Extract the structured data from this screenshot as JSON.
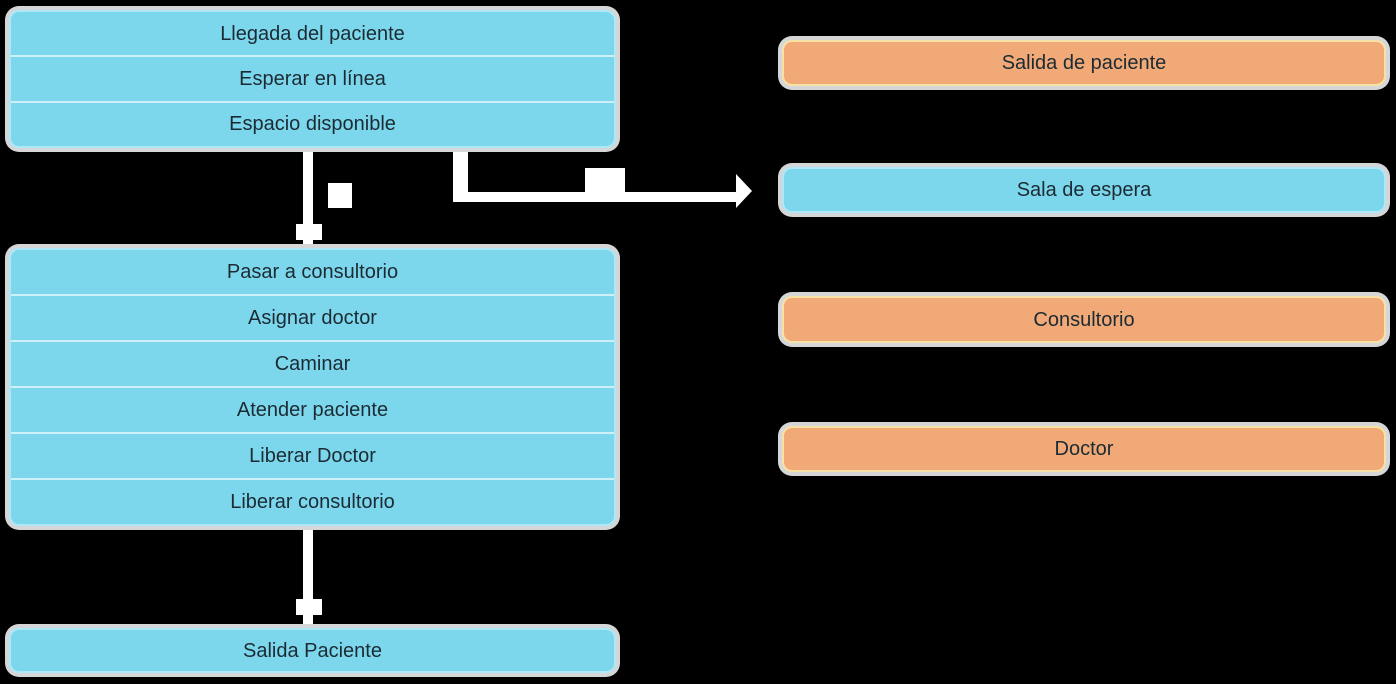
{
  "colors": {
    "process_fill": "#7cd7ed",
    "process_border": "#aee7f5",
    "process_separator": "#cdf0f9",
    "resource_fill": "#f0a977",
    "resource_border": "#f8e1a4",
    "shadow": "#d4d6d8",
    "connector": "#ffffff",
    "text": "#1c2b33",
    "background": "#000000"
  },
  "flow": {
    "arrival_group": {
      "steps": [
        "Llegada del paciente",
        "Esperar en línea",
        "Espacio disponible"
      ]
    },
    "consultation_group": {
      "steps": [
        "Pasar a consultorio",
        "Asignar doctor",
        "Caminar",
        "Atender paciente",
        "Liberar Doctor",
        "Liberar consultorio"
      ]
    },
    "exit_block": {
      "label": "Salida Paciente"
    }
  },
  "resources": [
    {
      "label": "Salida de paciente",
      "style": "orange"
    },
    {
      "label": "Sala de espera",
      "style": "blue"
    },
    {
      "label": "Consultorio",
      "style": "orange"
    },
    {
      "label": "Doctor",
      "style": "orange"
    }
  ]
}
